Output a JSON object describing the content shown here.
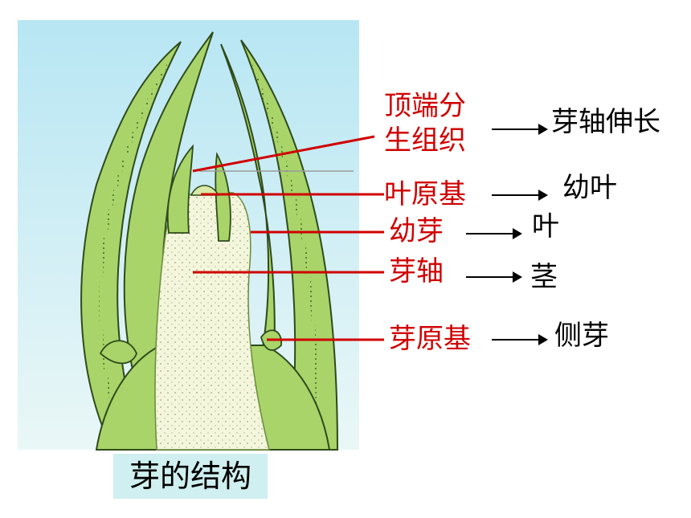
{
  "caption": "芽的结构",
  "parts": [
    {
      "name": "顶端分生组织",
      "line1": "顶端分",
      "line2": "生组织",
      "becomes": "芽轴伸长"
    },
    {
      "name": "叶原基",
      "becomes": "幼叶"
    },
    {
      "name": "幼芽",
      "becomes": "叶"
    },
    {
      "name": "芽轴",
      "becomes": "茎"
    },
    {
      "name": "芽原基",
      "becomes": "侧芽"
    }
  ],
  "colors": {
    "background_panel": "#c9ecf5",
    "tissue": "#a8d46a",
    "axis": "#f4f6dc",
    "label_red": "#d00000",
    "caption_bg": "#cfeff0"
  }
}
